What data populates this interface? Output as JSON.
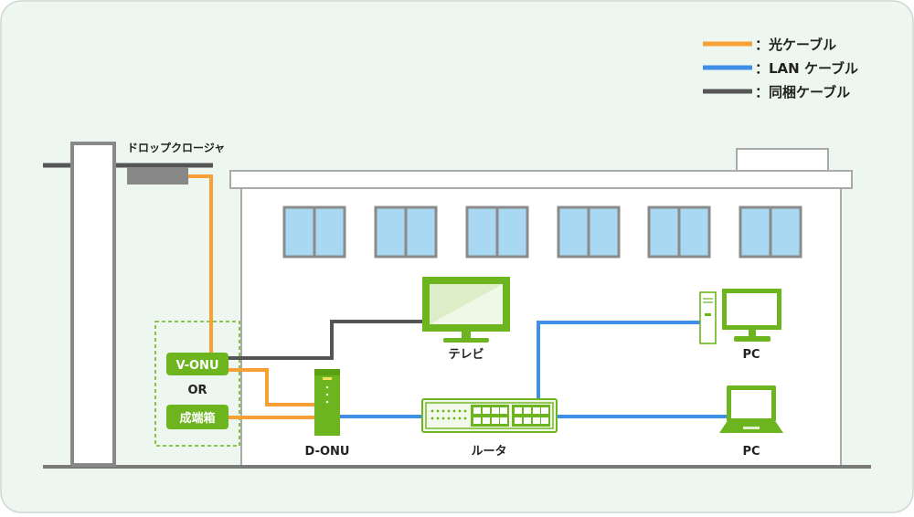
{
  "legend": {
    "fiber": {
      "label": "：光ケーブル",
      "color": "#f7a035"
    },
    "lan": {
      "label": "：LAN ケーブル",
      "color": "#3f8ee8"
    },
    "combined": {
      "label": "：同梱ケーブル",
      "color": "#555555"
    }
  },
  "labels": {
    "drop_closure": "ドロップクロージャ",
    "v_onu": "V-ONU",
    "or": "OR",
    "splitter_box": "成端箱",
    "d_onu": "D-ONU",
    "router": "ルータ",
    "tv": "テレビ",
    "pc_desktop": "PC",
    "pc_laptop": "PC"
  },
  "colors": {
    "background": "#edf7ef",
    "device_green": "#6db51e",
    "window_blue": "#a9d9f2",
    "line_gray": "#7a7a7a"
  }
}
